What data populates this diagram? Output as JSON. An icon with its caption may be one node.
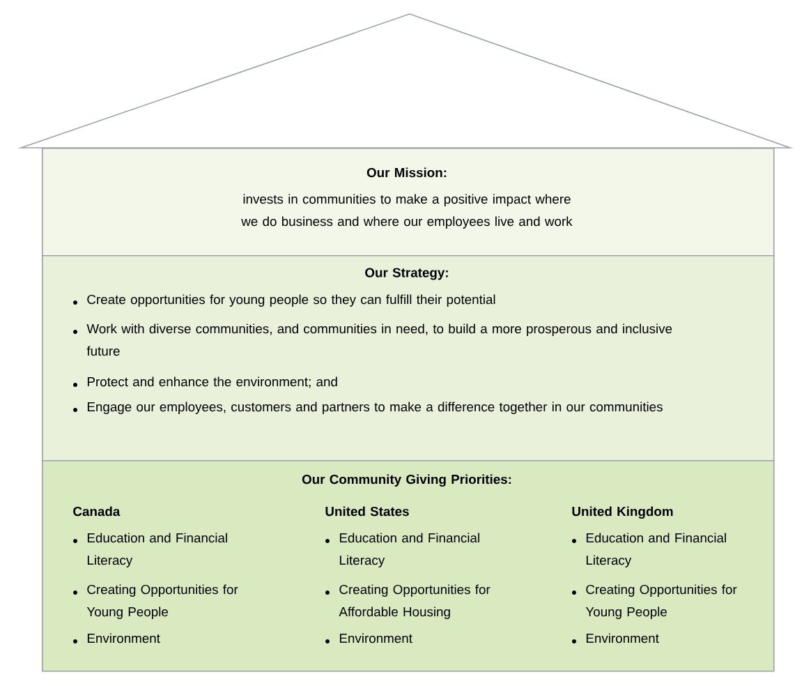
{
  "diagram": {
    "nodes": [
      {
        "text": [
          "Our Mission:",
          "invests in communities to make a positive impact where we do business and where our employees live and work"
        ]
      },
      {
        "text": [
          "Our Strategy:",
          "Create opportunities for young people so they can fulfill their potential",
          "Work with diverse communities, and communities in need, to build a more prosperous and inclusive future",
          "Protect and enhance the environment; and",
          "Engage our employees, customers and partners to make a difference together in our communities"
        ]
      },
      {
        "text": [
          "Our Community Giving Priorities:",
          "Canada",
          "Education and Financial Literacy",
          "Creating Opportunities for Young People",
          "Environment",
          "United States",
          "Education and Financial Literacy",
          "Creating Opportunities for Affordable Housing",
          "Environment",
          "United Kingdom",
          "Education and Financial Literacy",
          "Creating Opportunities for Young People",
          "Environment"
        ]
      }
    ]
  }
}
